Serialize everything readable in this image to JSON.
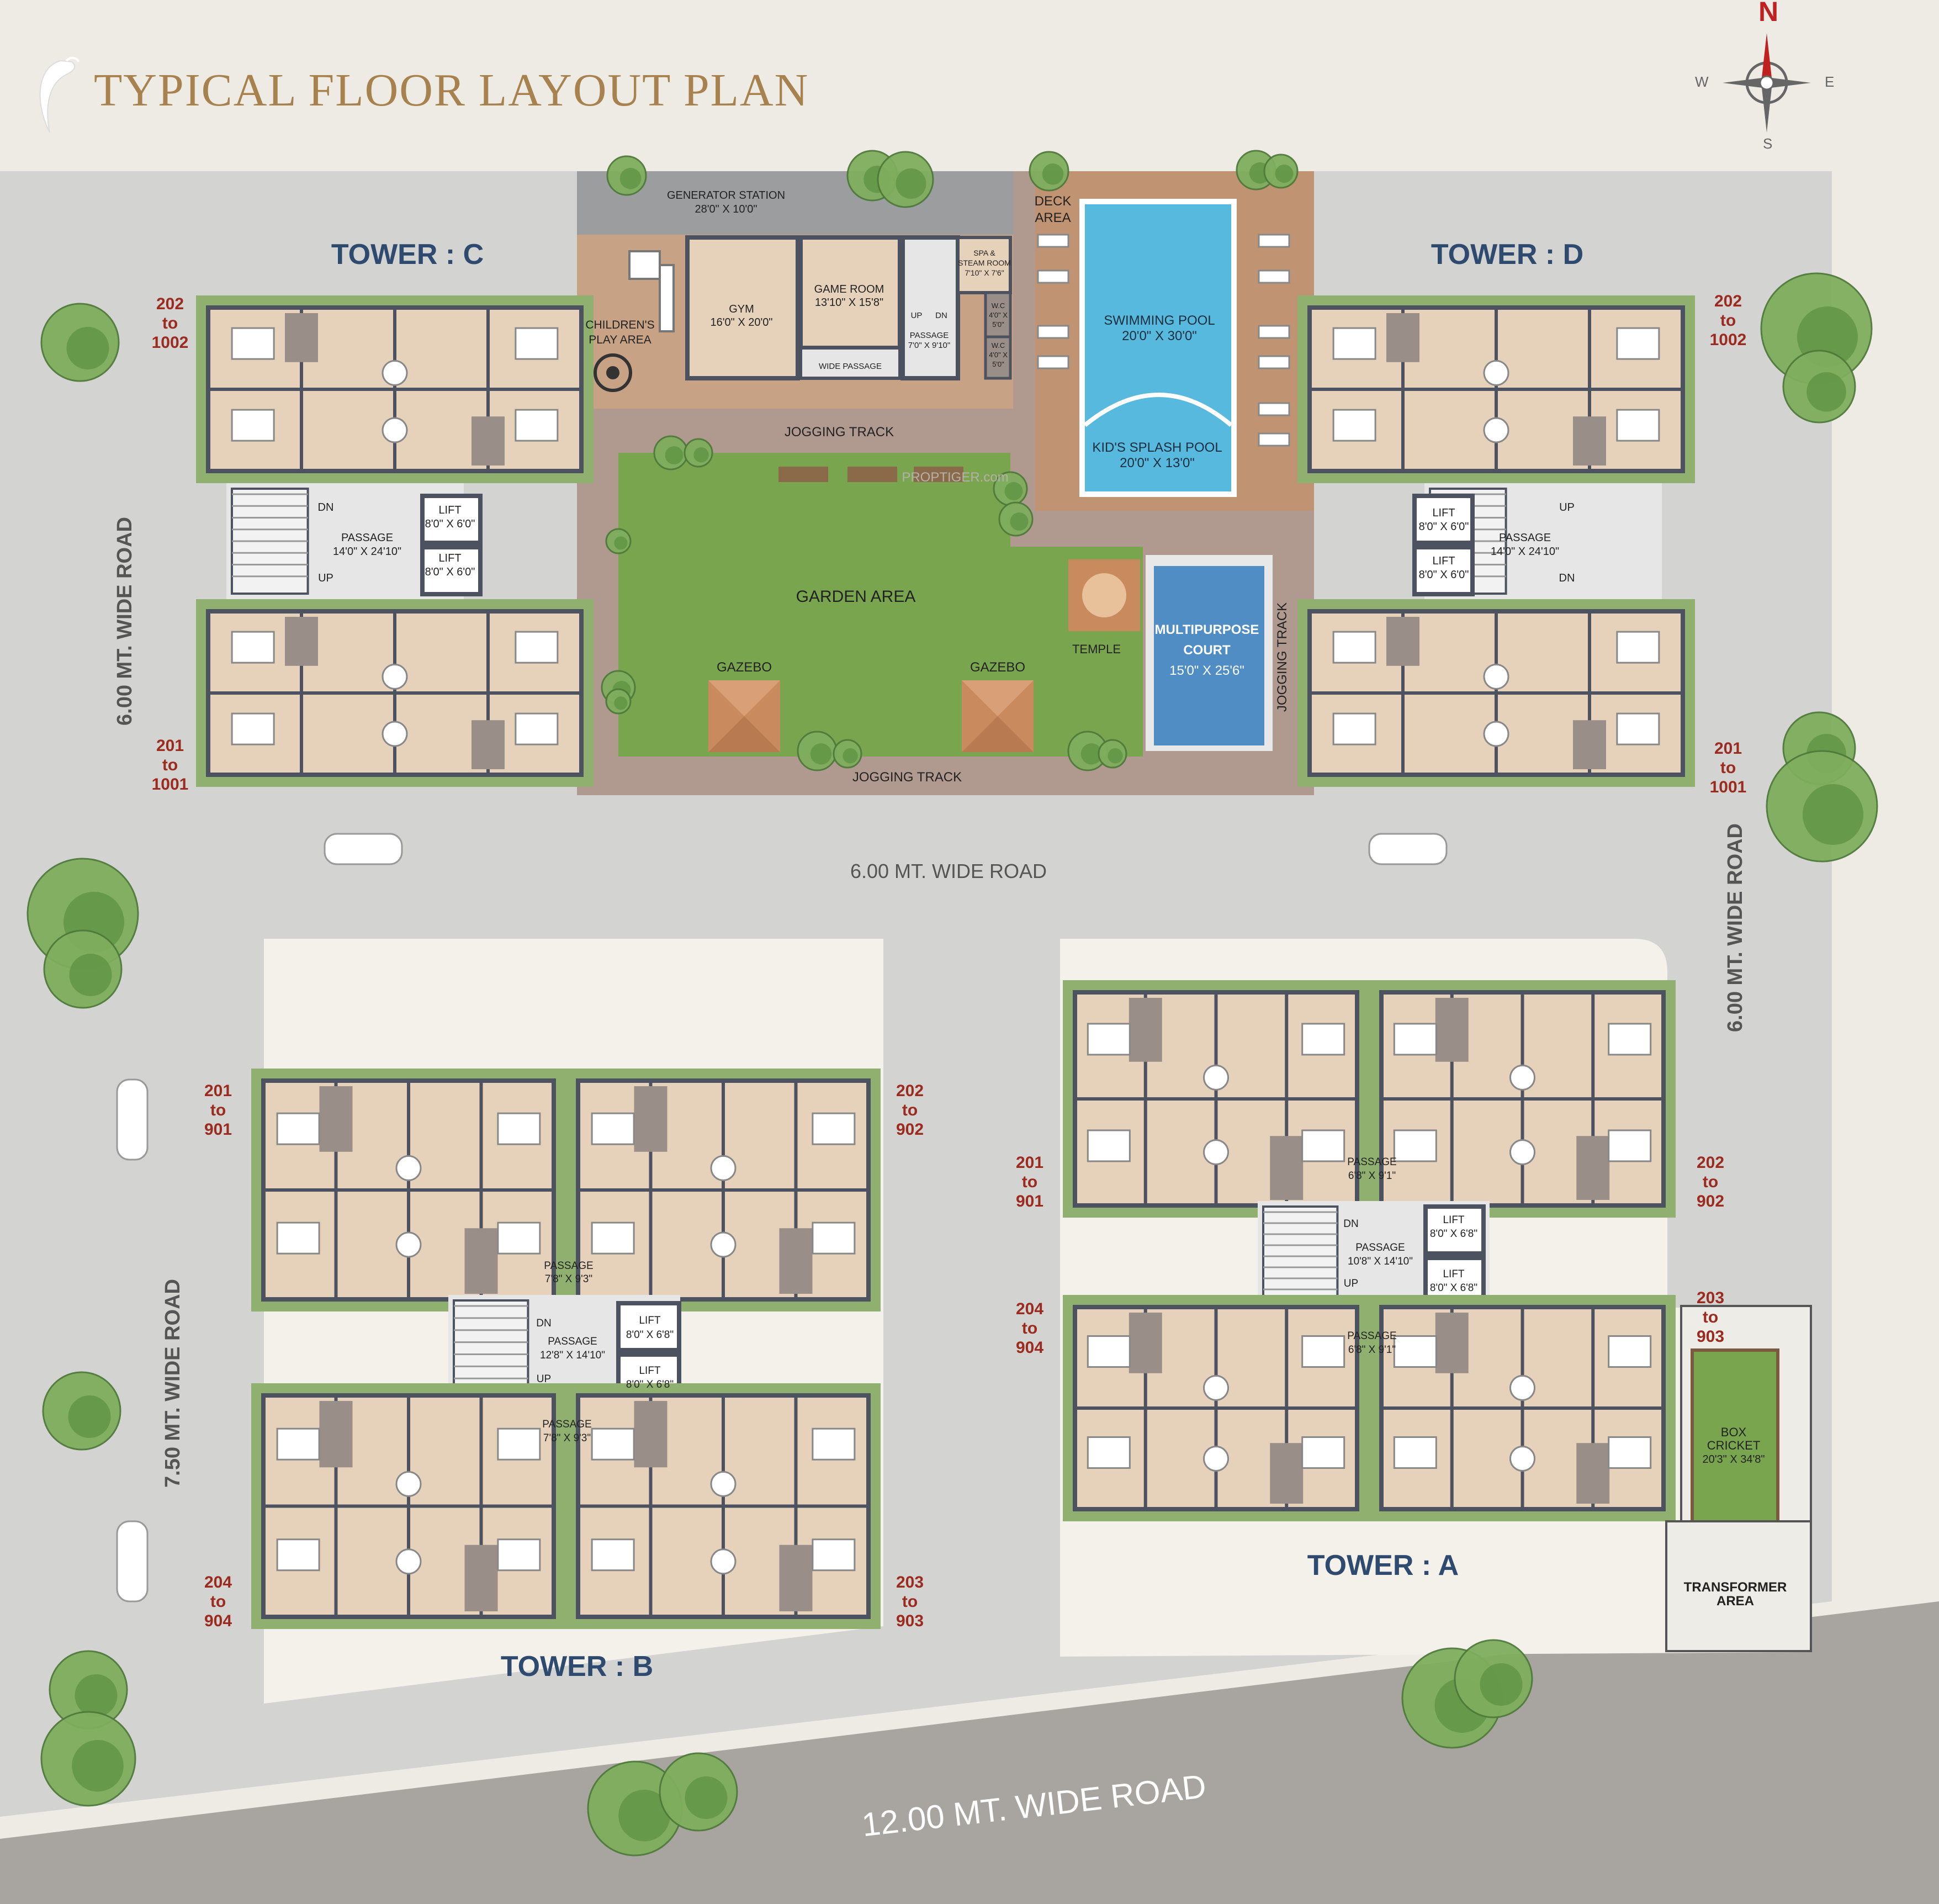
{
  "title": "TYPICAL FLOOR LAYOUT PLAN",
  "compass": {
    "n": "N",
    "s": "S",
    "e": "E",
    "w": "W"
  },
  "watermark": "PROPTIGER.com",
  "towers": {
    "c": {
      "name": "TOWER : C",
      "units_top": [
        "202",
        "to",
        "1002"
      ],
      "units_bottom": [
        "201",
        "to",
        "1001"
      ],
      "passage": [
        "PASSAGE",
        "14'0\" X 24'10\""
      ],
      "lift1": [
        "LIFT",
        "8'0\" X 6'0\""
      ],
      "lift2": [
        "LIFT",
        "8'0\" X 6'0\""
      ],
      "up": "UP",
      "dn": "DN"
    },
    "d": {
      "name": "TOWER : D",
      "units_top": [
        "202",
        "to",
        "1002"
      ],
      "units_bottom": [
        "201",
        "to",
        "1001"
      ],
      "passage": [
        "PASSAGE",
        "14'0\" X 24'10\""
      ],
      "lift1": [
        "LIFT",
        "8'0\" X 6'0\""
      ],
      "lift2": [
        "LIFT",
        "8'0\" X 6'0\""
      ],
      "up": "UP",
      "dn": "DN"
    },
    "b": {
      "name": "TOWER : B",
      "units_tl": [
        "201",
        "to",
        "901"
      ],
      "units_tr": [
        "202",
        "to",
        "902"
      ],
      "units_bl": [
        "204",
        "to",
        "904"
      ],
      "units_br": [
        "203",
        "to",
        "903"
      ],
      "passage_top": [
        "PASSAGE",
        "7'8\" X 9'3\""
      ],
      "passage_mid": [
        "PASSAGE",
        "12'8\" X 14'10\""
      ],
      "passage_bot": [
        "PASSAGE",
        "7'8\" X 9'3\""
      ],
      "lift1": [
        "LIFT",
        "8'0\" X 6'8\""
      ],
      "lift2": [
        "LIFT",
        "8'0\" X 6'8\""
      ],
      "up": "UP",
      "dn": "DN"
    },
    "a": {
      "name": "TOWER : A",
      "units_tl": [
        "201",
        "to",
        "901"
      ],
      "units_tr": [
        "202",
        "to",
        "902"
      ],
      "units_bl": [
        "204",
        "to",
        "904"
      ],
      "units_br": [
        "203",
        "to",
        "903"
      ],
      "passage_top": [
        "PASSAGE",
        "6'8\" X 9'1\""
      ],
      "passage_mid": [
        "PASSAGE",
        "10'8\" X 14'10\""
      ],
      "passage_bot": [
        "PASSAGE",
        "6'8\" X 9'1\""
      ],
      "lift1": [
        "LIFT",
        "8'0\" X 6'8\""
      ],
      "lift2": [
        "LIFT",
        "8'0\" X 6'8\""
      ],
      "up": "UP",
      "dn": "DN"
    }
  },
  "amenities": {
    "generator": [
      "GENERATOR STATION",
      "28'0\" X 10'0\""
    ],
    "kids_play": [
      "CHILDREN'S",
      "PLAY AREA"
    ],
    "gym": [
      "GYM",
      "16'0\" X 20'0\""
    ],
    "game_room": [
      "GAME ROOM",
      "13'10\" X 15'8\""
    ],
    "spa": [
      "SPA &",
      "STEAM ROOM",
      "7'10\" X 7'6\""
    ],
    "passage": [
      "PASSAGE",
      "7'0\" X 9'10\""
    ],
    "wc1": [
      "W.C",
      "4'0\" X",
      "5'0\""
    ],
    "wc2": [
      "W.C",
      "4'0\" X",
      "5'0\""
    ],
    "wide_passage": "WIDE PASSAGE",
    "up": "UP",
    "dn": "DN",
    "deck": [
      "DECK",
      "AREA"
    ],
    "pool": [
      "SWIMMING POOL",
      "20'0\" X 30'0\""
    ],
    "kids_pool": [
      "KID'S SPLASH POOL",
      "20'0\" X 13'0\""
    ],
    "jogging_track_top": "JOGGING TRACK",
    "jogging_track_bottom": "JOGGING TRACK",
    "jogging_track_side": "JOGGING TRACK",
    "garden": "GARDEN AREA",
    "gazebo1": "GAZEBO",
    "gazebo2": "GAZEBO",
    "temple": "TEMPLE",
    "court": [
      "MULTIPURPOSE",
      "COURT",
      "15'0\" X 25'6\""
    ],
    "box_cricket": [
      "BOX",
      "CRICKET",
      "20'3\" X 34'8\""
    ],
    "transformer": [
      "TRANSFORMER",
      "AREA"
    ]
  },
  "roads": {
    "left_top": "6.00 MT. WIDE ROAD",
    "middle": "6.00 MT. WIDE ROAD",
    "right": "6.00 MT. WIDE ROAD",
    "left_bottom": "7.50 MT. WIDE ROAD",
    "bottom": "12.00 MT. WIDE ROAD"
  },
  "colors": {
    "background": "#eeebe4",
    "road": "#d3d3d1",
    "main_road": "#a8a5a0",
    "plot": "#f4f1ea",
    "landscape": "#8fb06e",
    "floor": "#e6d2ba",
    "wall": "#4d5260",
    "tower_label": "#2e4a6e",
    "unit_label": "#9b2a1f",
    "title": "#a8824e",
    "pool": "#58b9de",
    "court": "#4f8dc4",
    "garden": "#7aa54f",
    "track": "#b09a90",
    "deck": "#c09372"
  }
}
